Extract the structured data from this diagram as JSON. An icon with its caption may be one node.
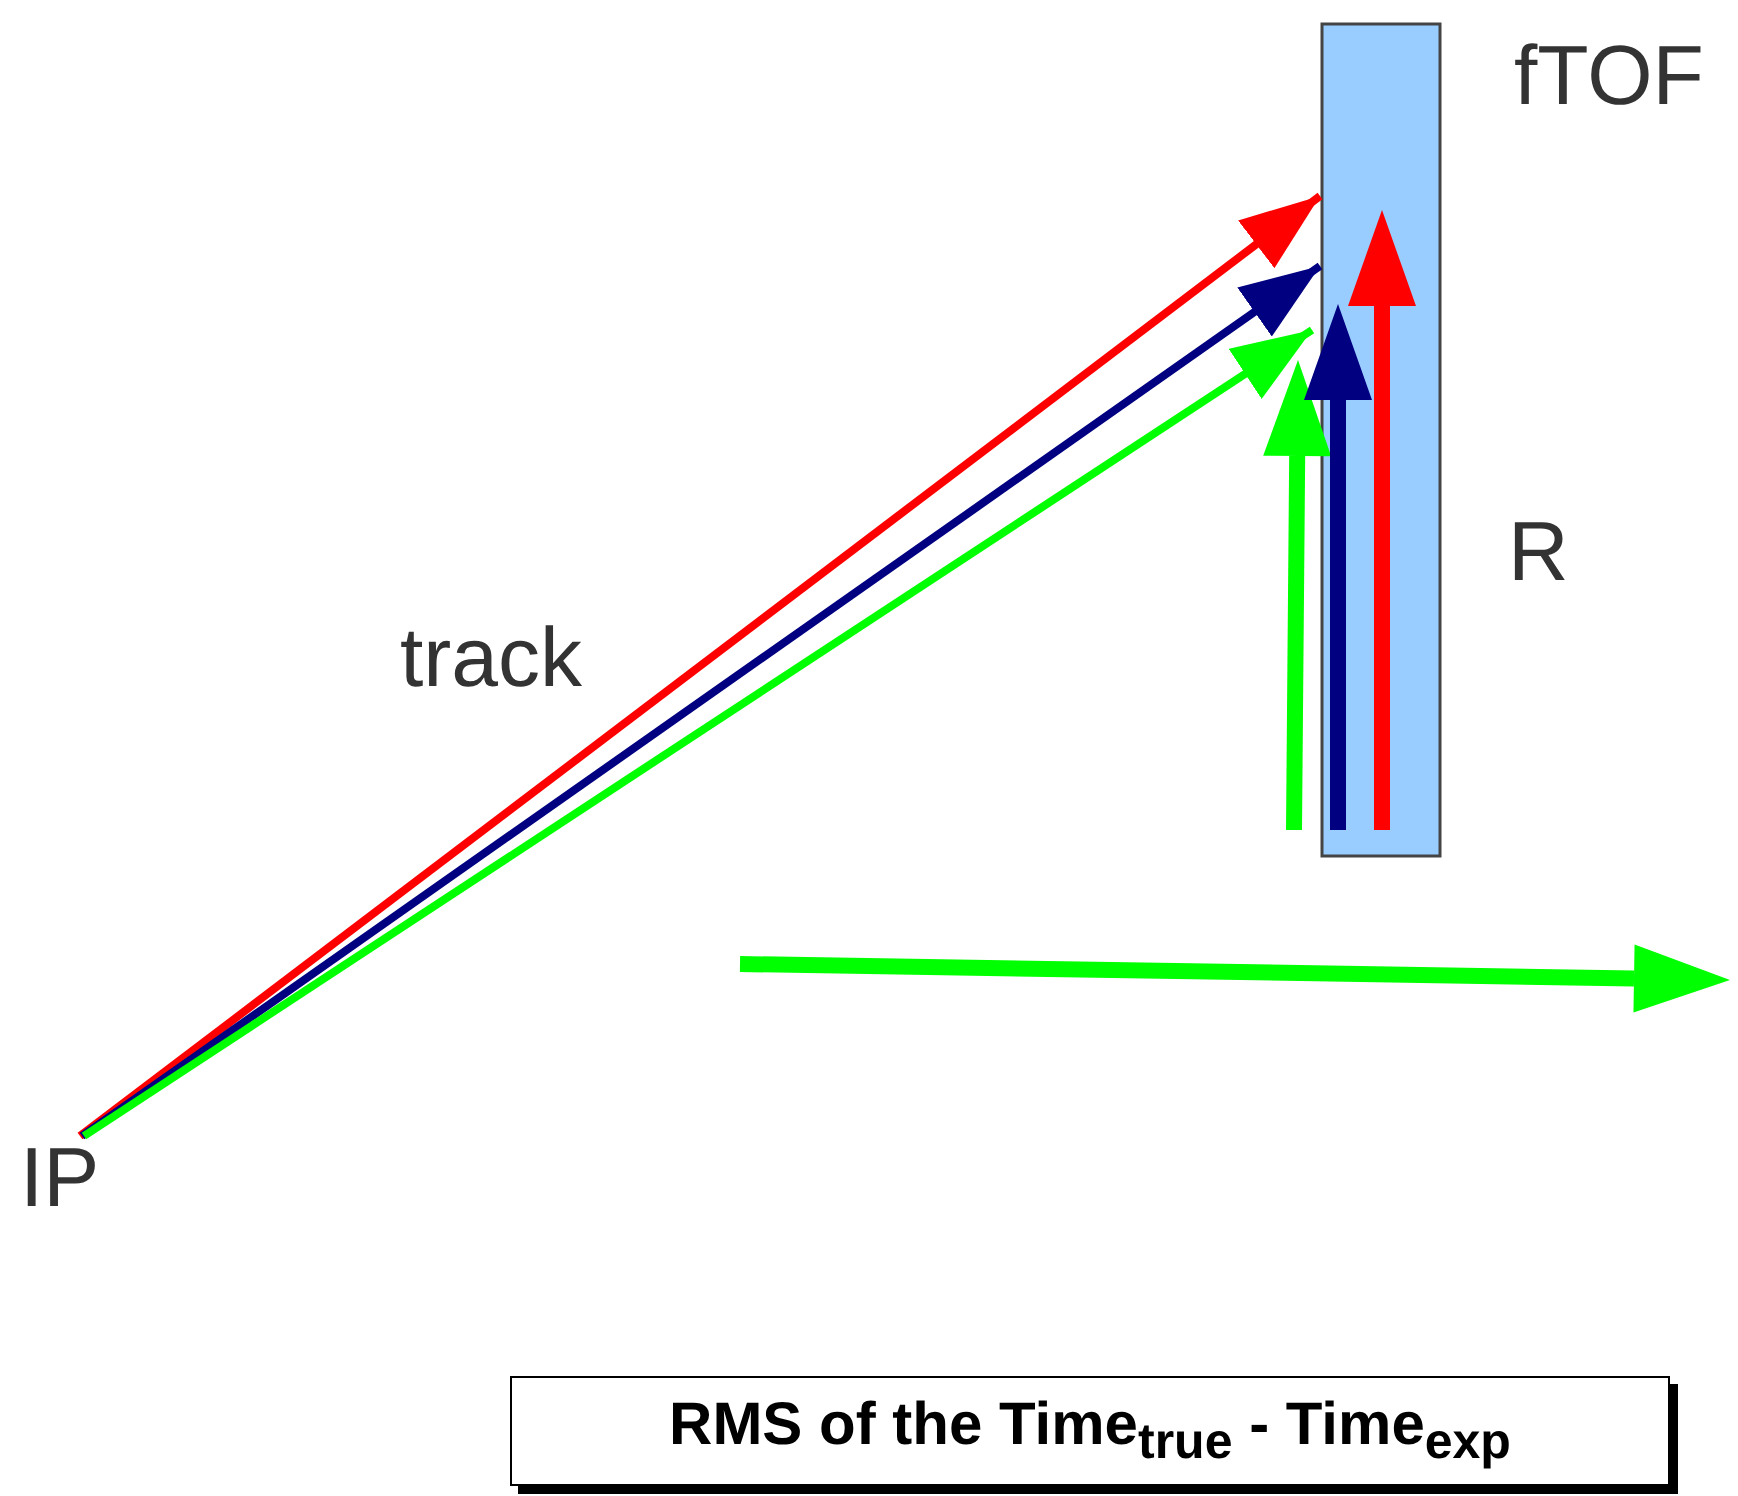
{
  "diagram": {
    "nodes": [
      {
        "text": [
          "IP"
        ]
      },
      {
        "text": [],
        "shape": "bar",
        "beside": [
          "fTOF",
          "R"
        ]
      }
    ],
    "edges": [
      {
        "from": 0,
        "to": 1,
        "arrow": "to",
        "color": "#ff0000"
      },
      {
        "from": 0,
        "to": 1,
        "arrow": "to",
        "color": "#000080"
      },
      {
        "from": 0,
        "to": 1,
        "arrow": "to",
        "color": "#00ff00"
      }
    ],
    "labels": [
      "track",
      "RMS of the Time$_{true}$ - Time$_{exp}$"
    ]
  }
}
